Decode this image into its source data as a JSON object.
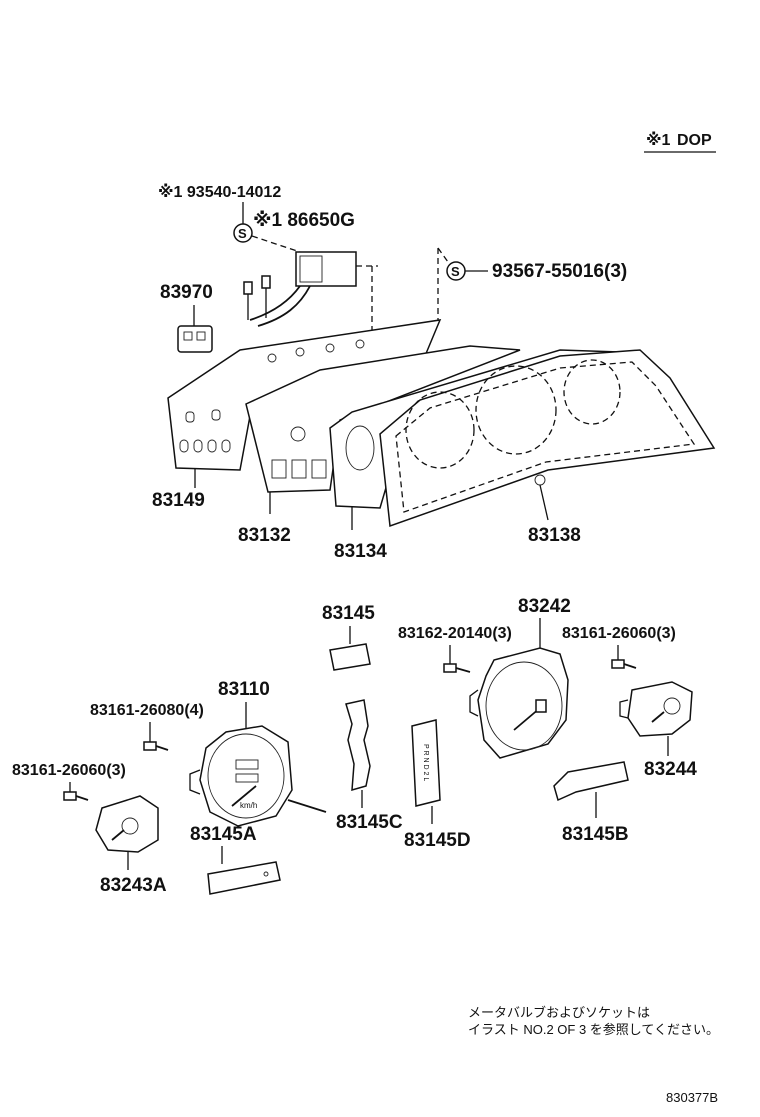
{
  "diagram": {
    "legend": {
      "mark": "※1",
      "text": "DOP"
    },
    "callouts": {
      "p93540": "※1 93540-14012",
      "p86650G": "※1 86650G",
      "p93567": "93567-55016(3)",
      "p83970": "83970",
      "p83149": "83149",
      "p83132": "83132",
      "p83134": "83134",
      "p83138": "83138",
      "p83145": "83145",
      "p83242": "83242",
      "p83162": "83162-20140(3)",
      "p83161_3b": "83161-26060(3)",
      "p83110": "83110",
      "p83161_4": "83161-26080(4)",
      "p83161_3a": "83161-26060(3)",
      "p83244": "83244",
      "p83145C": "83145C",
      "p83145D": "83145D",
      "p83145A": "83145A",
      "p83145B": "83145B",
      "p83243A": "83243A"
    },
    "s_mark": "S",
    "gauge_unit": "km/h",
    "gear_letters": "P R N D 2 L",
    "note_line1": "メータバルブおよびソケットは",
    "note_line2": "イラスト NO.2 OF 3 を参照してください。",
    "figure_id": "830377B"
  }
}
